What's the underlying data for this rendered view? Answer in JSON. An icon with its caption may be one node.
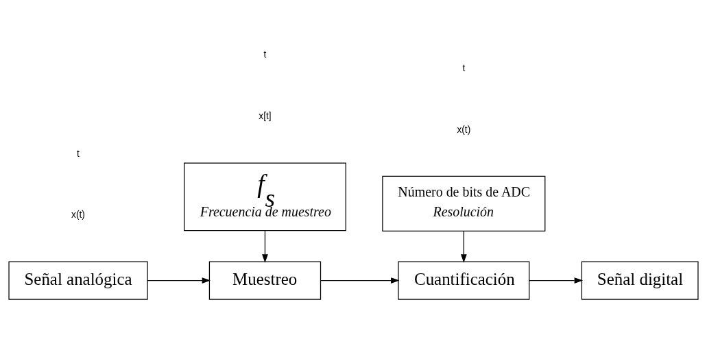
{
  "diagram": {
    "nodes": [
      {
        "text": [
          "Señal analógica"
        ]
      },
      {
        "text": [
          "Muestreo"
        ]
      },
      {
        "text": [
          "Cuantificación"
        ]
      },
      {
        "text": [
          "Señal digital"
        ]
      },
      {
        "text": [
          "f$_{s}$",
          "Frecuencia de muestreo"
        ]
      },
      {
        "text": [
          "Número de bits de ADC",
          "Resolución"
        ]
      }
    ],
    "edges": [
      {
        "from": 0,
        "to": 1,
        "arrow": "to"
      },
      {
        "from": 1,
        "to": 2,
        "arrow": "to"
      },
      {
        "from": 2,
        "to": 3,
        "arrow": "to"
      },
      {
        "from": 4,
        "to": 1,
        "arrow": "to"
      },
      {
        "from": 5,
        "to": 2,
        "arrow": "to"
      }
    ],
    "labels": [
      "x(t)",
      "t",
      "x[t]",
      "t",
      "x(t)",
      "t"
    ]
  }
}
